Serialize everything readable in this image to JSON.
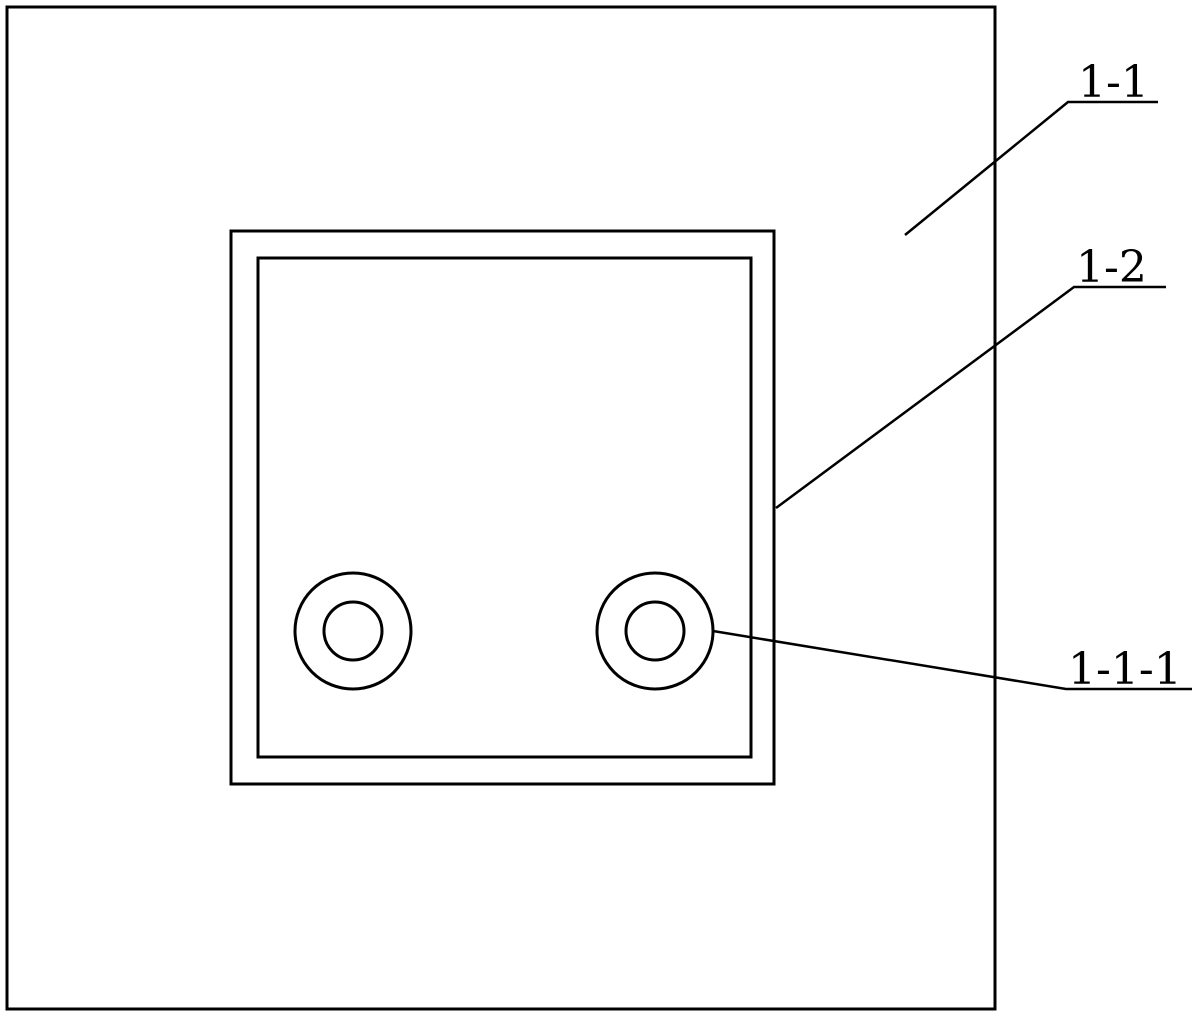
{
  "labels": {
    "outer_plate": "1-1",
    "frame": "1-2",
    "holes": "1-1-1"
  },
  "colors": {
    "line": "#000000",
    "background": "#ffffff"
  }
}
